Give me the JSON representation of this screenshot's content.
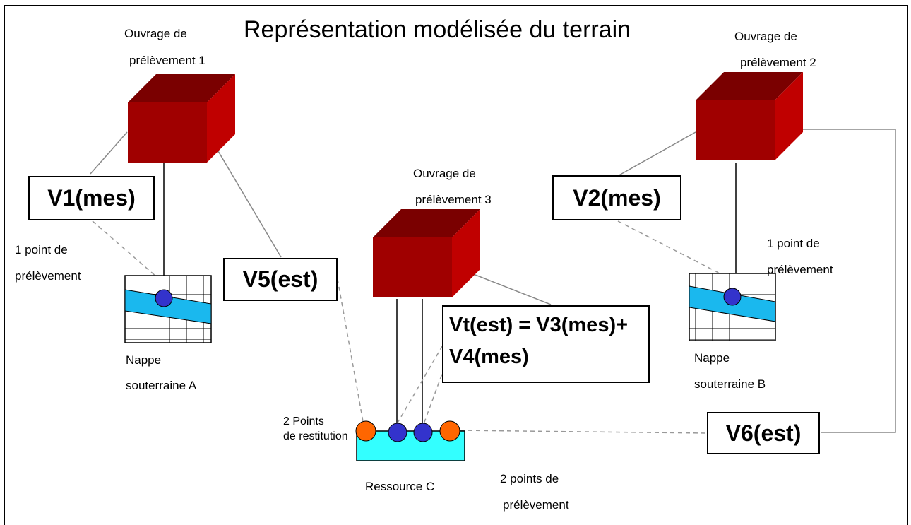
{
  "title": "Représentation modélisée du terrain",
  "ouvrage1": {
    "line1": "Ouvrage de",
    "line2": "prélèvement 1"
  },
  "ouvrage2": {
    "line1": "Ouvrage de",
    "line2": "prélèvement 2"
  },
  "ouvrage3": {
    "line1": "Ouvrage de",
    "line2": "prélèvement 3"
  },
  "volumes": {
    "v1": "V1(mes)",
    "v2": "V2(mes)",
    "v5": "V5(est)",
    "v6": "V6(est)",
    "vt_line1": "Vt(est) = V3(mes)+",
    "vt_line2": "V4(mes)"
  },
  "point_a": {
    "line1": "1 point de",
    "line2": "prélèvement"
  },
  "point_b": {
    "line1": "1 point de",
    "line2": "prélèvement"
  },
  "nappe_a": {
    "line1": "Nappe",
    "line2": "souterraine A"
  },
  "nappe_b": {
    "line1": "Nappe",
    "line2": "souterraine B"
  },
  "restitution": {
    "line1": "2 Points",
    "line2": "de restitution"
  },
  "ressource": "Ressource C",
  "points_c": {
    "line1": "2 points de",
    "line2": "prélèvement"
  },
  "colors": {
    "cube_front": "#a00000",
    "cube_top": "#7a0000",
    "cube_side": "#c00000",
    "water": "#1ab8ee",
    "ressource_fill": "#33ffff",
    "point_blue": "#3333cc",
    "point_orange": "#ff6600"
  }
}
